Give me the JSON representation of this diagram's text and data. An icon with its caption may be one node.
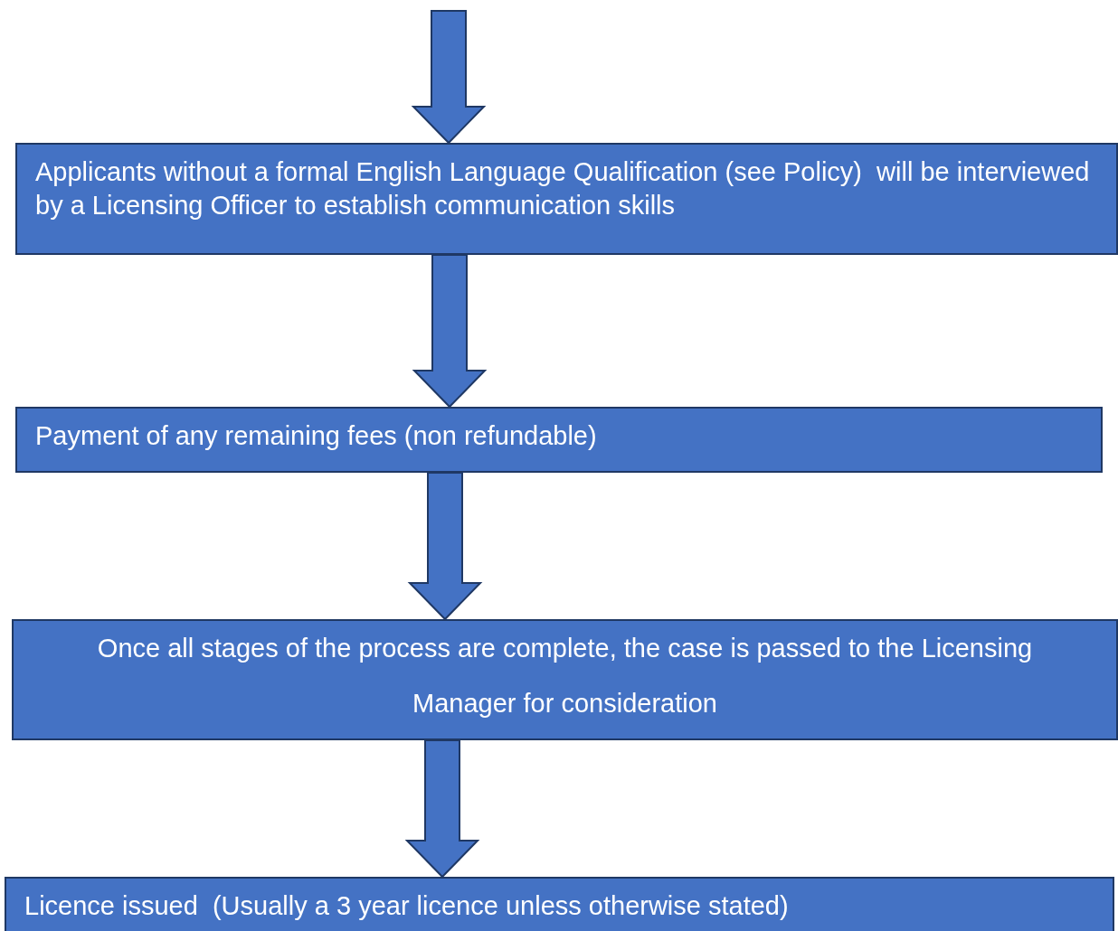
{
  "diagram": {
    "nodes": [
      {
        "text": [
          "Applicants without a formal English Language Qualification (see Policy)  will be interviewed by a Licensing Officer to establish communication skills"
        ]
      },
      {
        "text": [
          "Payment of any remaining fees (non refundable)"
        ]
      },
      {
        "text": [
          "Once all stages of the process are complete, the case is passed to the Licensing Manager for consideration"
        ]
      },
      {
        "text": [
          "Licence issued  (Usually a 3 year licence unless otherwise stated)"
        ]
      }
    ],
    "edges": [
      {
        "from": null,
        "to": 0,
        "arrow": "to"
      },
      {
        "from": 0,
        "to": 1,
        "arrow": "to"
      },
      {
        "from": 1,
        "to": 2,
        "arrow": "to"
      },
      {
        "from": 2,
        "to": 3,
        "arrow": "to"
      }
    ]
  }
}
